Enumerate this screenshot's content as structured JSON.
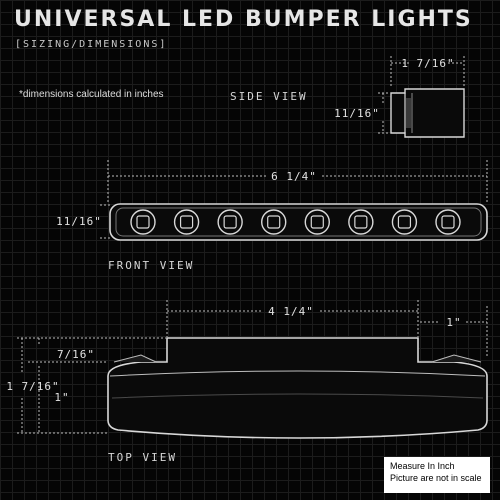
{
  "header": {
    "title": "UNIVERSAL LED BUMPER LIGHTS",
    "subtitle": "[SIZING/DIMENSIONS]",
    "note": "*dimensions calculated in inches"
  },
  "views": {
    "side": {
      "label": "SIDE VIEW",
      "width_dim": "1 7/16\"",
      "height_dim": "11/16\""
    },
    "front": {
      "label": "FRONT VIEW",
      "width_dim": "6 1/4\"",
      "height_dim": "11/16\"",
      "led_count": 8
    },
    "top": {
      "label": "TOP VIEW",
      "width_dim": "4 1/4\"",
      "end_dim": "1\"",
      "upper_dim": "7/16\"",
      "total_dim": "1 7/16\"",
      "lower_dim": "1\""
    }
  },
  "scale_note": {
    "line1": "Measure In Inch",
    "line2": "Picture are not in scale"
  },
  "colors": {
    "background": "#050505",
    "grid": "#1c1c1c",
    "outline": "#d8d8d8",
    "dimension": "#bdbdbd",
    "text": "#e2e2e2"
  }
}
